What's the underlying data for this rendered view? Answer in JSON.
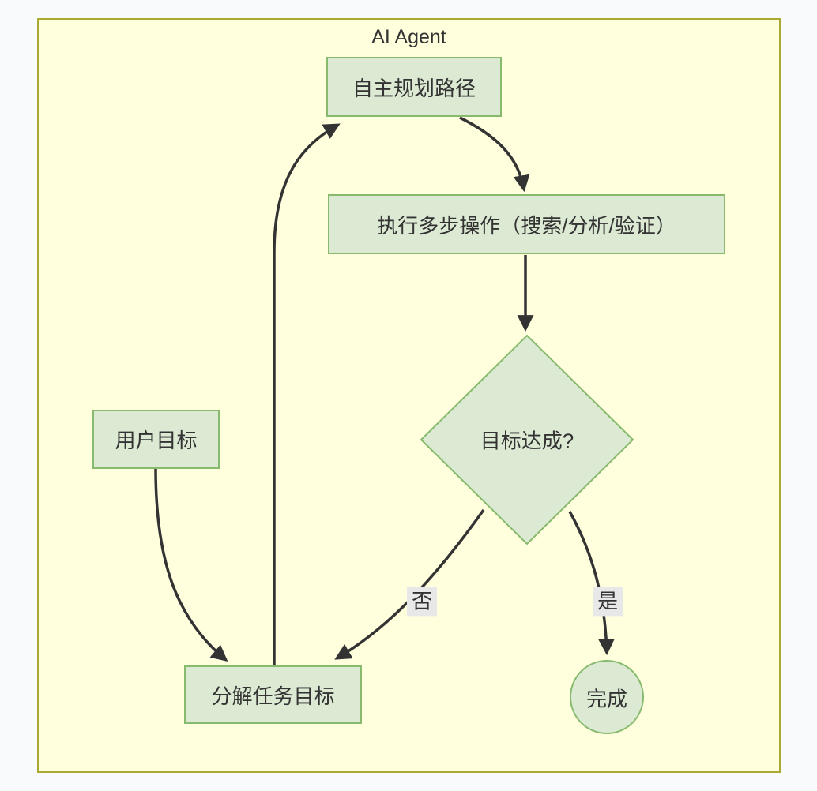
{
  "diagram": {
    "title": "AI Agent",
    "type": "flowchart",
    "nodes": [
      {
        "id": "plan",
        "label": "自主规划路径",
        "shape": "rect"
      },
      {
        "id": "execute",
        "label": "执行多步操作（搜索/分析/验证）",
        "shape": "rect"
      },
      {
        "id": "decision",
        "label": "目标达成?",
        "shape": "diamond"
      },
      {
        "id": "user-goal",
        "label": "用户目标",
        "shape": "rect"
      },
      {
        "id": "decompose",
        "label": "分解任务目标",
        "shape": "rect"
      },
      {
        "id": "done",
        "label": "完成",
        "shape": "circle"
      }
    ],
    "edges": [
      {
        "from": "user-goal",
        "to": "decompose",
        "label": ""
      },
      {
        "from": "decompose",
        "to": "plan",
        "label": ""
      },
      {
        "from": "plan",
        "to": "execute",
        "label": ""
      },
      {
        "from": "execute",
        "to": "decision",
        "label": ""
      },
      {
        "from": "decision",
        "to": "decompose",
        "label": "否"
      },
      {
        "from": "decision",
        "to": "done",
        "label": "是"
      }
    ],
    "colors": {
      "page_bg": "#f8fafc",
      "canvas_bg": "#ffffde",
      "canvas_border": "#aaaa33",
      "node_fill": "#dcead4",
      "node_border": "#87ba6d",
      "edge_stroke": "#333333",
      "edge_label_bg": "#e8e8e8",
      "text": "#333333"
    }
  }
}
